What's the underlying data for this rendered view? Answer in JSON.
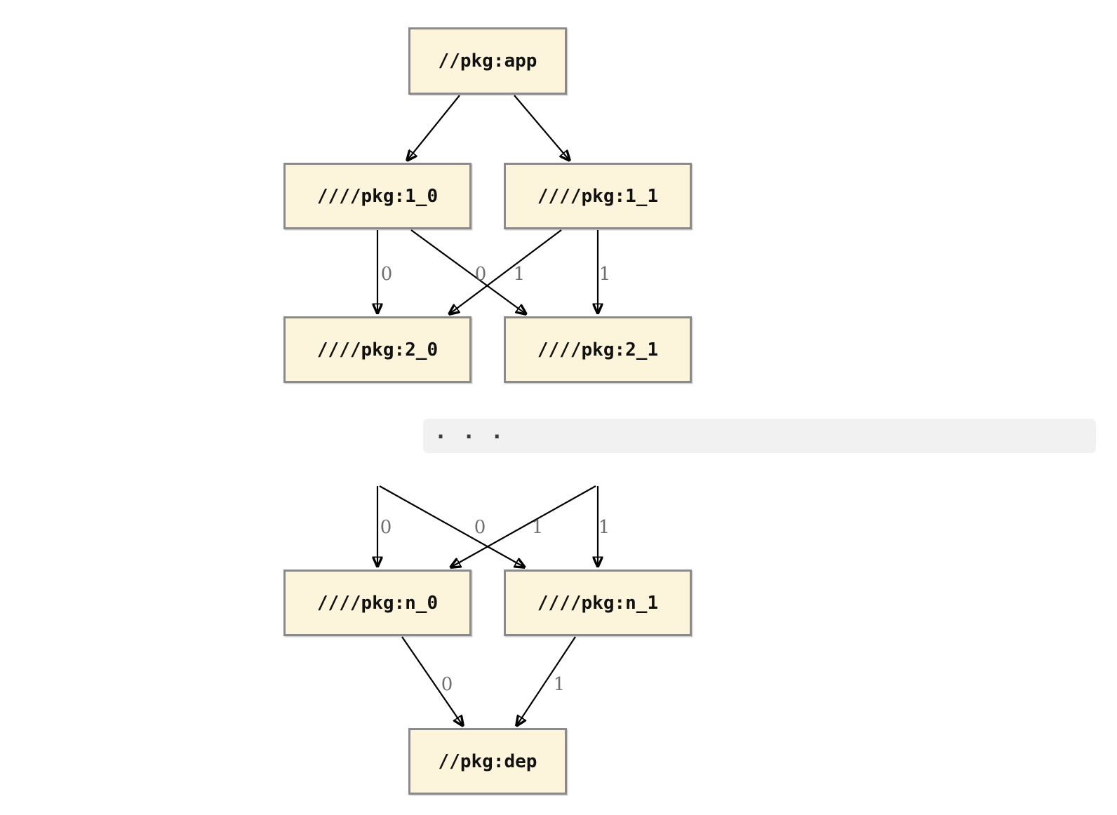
{
  "colors": {
    "background": "#ffffff",
    "node_fill": "#fcf5dc",
    "node_border": "#8a8a8a",
    "node_text": "#111111",
    "edge": "#000000",
    "edge_label": "#6f6f6f",
    "ellipsis_bg": "#f1f1f2",
    "ellipsis_text": "#3a3a3a"
  },
  "nodes": {
    "app": {
      "label": "//pkg:app"
    },
    "l1_0": {
      "label": "////pkg:1_0"
    },
    "l1_1": {
      "label": "////pkg:1_1"
    },
    "l2_0": {
      "label": "////pkg:2_0"
    },
    "l2_1": {
      "label": "////pkg:2_1"
    },
    "ln_0": {
      "label": "////pkg:n_0"
    },
    "ln_1": {
      "label": "////pkg:n_1"
    },
    "dep": {
      "label": "//pkg:dep"
    }
  },
  "edges": {
    "app_to_1_0": {
      "label": ""
    },
    "app_to_1_1": {
      "label": ""
    },
    "p1_0_to_2_0": {
      "label": "0"
    },
    "p1_1_to_2_0_cross": {
      "label": "0"
    },
    "p1_0_to_2_1_cross": {
      "label": "1"
    },
    "p1_1_to_2_1": {
      "label": "1"
    },
    "prev_to_n_0": {
      "label": "0"
    },
    "prev_to_n_0_cross": {
      "label": "0"
    },
    "prev_to_n_1_cross": {
      "label": "1"
    },
    "prev_to_n_1": {
      "label": "1"
    },
    "n_0_to_dep": {
      "label": "0"
    },
    "n_1_to_dep": {
      "label": "1"
    }
  },
  "ellipsis": {
    "text": ".  .  ."
  }
}
